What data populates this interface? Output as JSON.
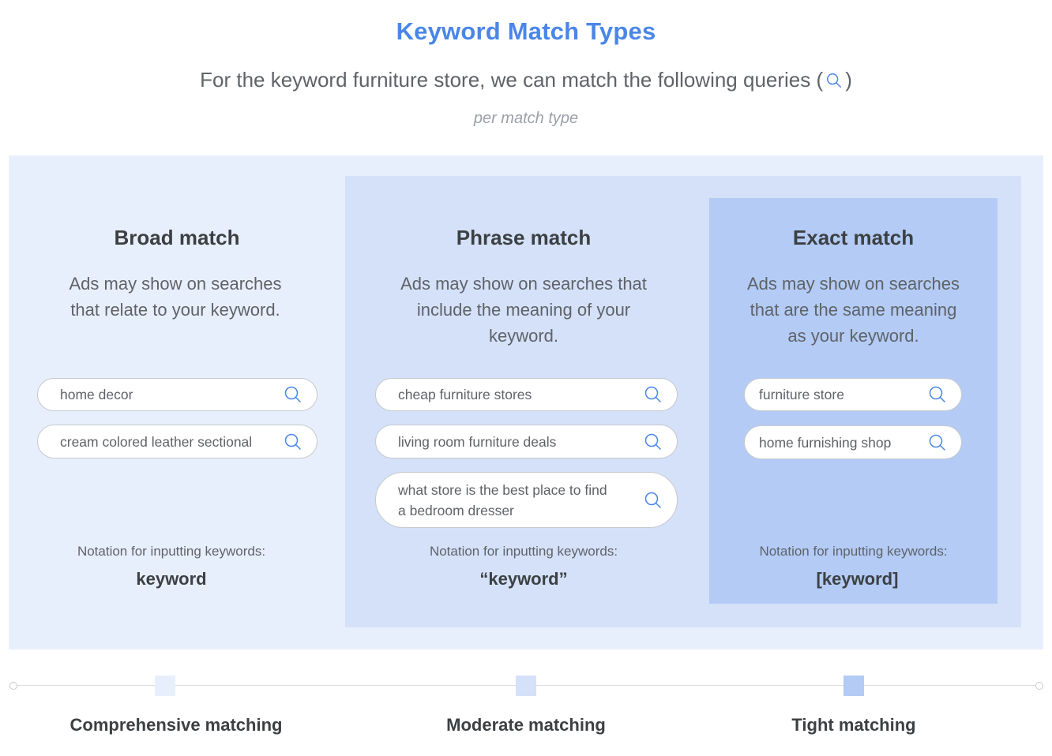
{
  "header": {
    "title": "Keyword Match Types",
    "subtitle": "For the keyword furniture store, we can match the following queries",
    "subtitle_open_paren": "(",
    "subtitle_close_paren": ")",
    "subtitle_icon": "search-icon",
    "caption": "per match type"
  },
  "colors": {
    "title_blue": "#4a86e8",
    "outer_panel": "#e8effc",
    "phrase_panel": "#d4e1f9",
    "exact_panel": "#b3cbf5",
    "search_icon": "#4a86e8",
    "text_dark": "#3c4043",
    "text_gray": "#5f6368"
  },
  "columns": [
    {
      "heading": "Broad match",
      "description_lines": [
        "Ads may show on searches",
        "that relate to your keyword."
      ],
      "queries": [
        {
          "text": "home decor",
          "icon": "search-icon"
        },
        {
          "text": "cream colored leather sectional",
          "icon": "search-icon"
        }
      ],
      "notation_label": "Notation for inputting keywords:",
      "notation_value": "keyword"
    },
    {
      "heading": "Phrase match",
      "description_lines": [
        "Ads may show on searches that",
        "include the meaning of your",
        "keyword."
      ],
      "queries": [
        {
          "text": "cheap furniture stores",
          "icon": "search-icon"
        },
        {
          "text": "living room furniture deals",
          "icon": "search-icon"
        },
        {
          "text_lines": [
            "what store is the best place to find",
            "a bedroom dresser"
          ],
          "icon": "search-icon"
        }
      ],
      "notation_label": "Notation for inputting keywords:",
      "notation_value": "“keyword”"
    },
    {
      "heading": "Exact match",
      "description_lines": [
        "Ads may show on searches",
        "that are the same meaning",
        "as your keyword."
      ],
      "queries": [
        {
          "text": "furniture store",
          "icon": "search-icon"
        },
        {
          "text": "home furnishing shop",
          "icon": "search-icon"
        }
      ],
      "notation_label": "Notation for inputting keywords:",
      "notation_value": "[keyword]"
    }
  ],
  "timeline": {
    "stops": [
      {
        "label": "Comprehensive matching",
        "color": "#e8effc"
      },
      {
        "label": "Moderate matching",
        "color": "#d4e1f9"
      },
      {
        "label": "Tight matching",
        "color": "#b3cbf5"
      }
    ]
  }
}
